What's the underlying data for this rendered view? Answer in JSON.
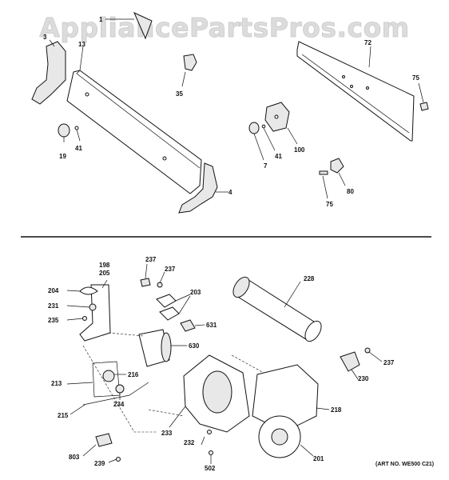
{
  "watermark": "AppliancePartsPros.com",
  "art_number": "(ART NO. WE500 C21)",
  "callouts_top": [
    "1",
    "3",
    "13",
    "35",
    "72",
    "75",
    "19",
    "41",
    "7",
    "41",
    "100",
    "4",
    "80",
    "75"
  ],
  "callouts_bottom": [
    "198",
    "205",
    "237",
    "237",
    "228",
    "204",
    "203",
    "231",
    "235",
    "631",
    "630",
    "237",
    "230",
    "213",
    "216",
    "234",
    "218",
    "215",
    "233",
    "232",
    "201",
    "803",
    "239",
    "502"
  ]
}
